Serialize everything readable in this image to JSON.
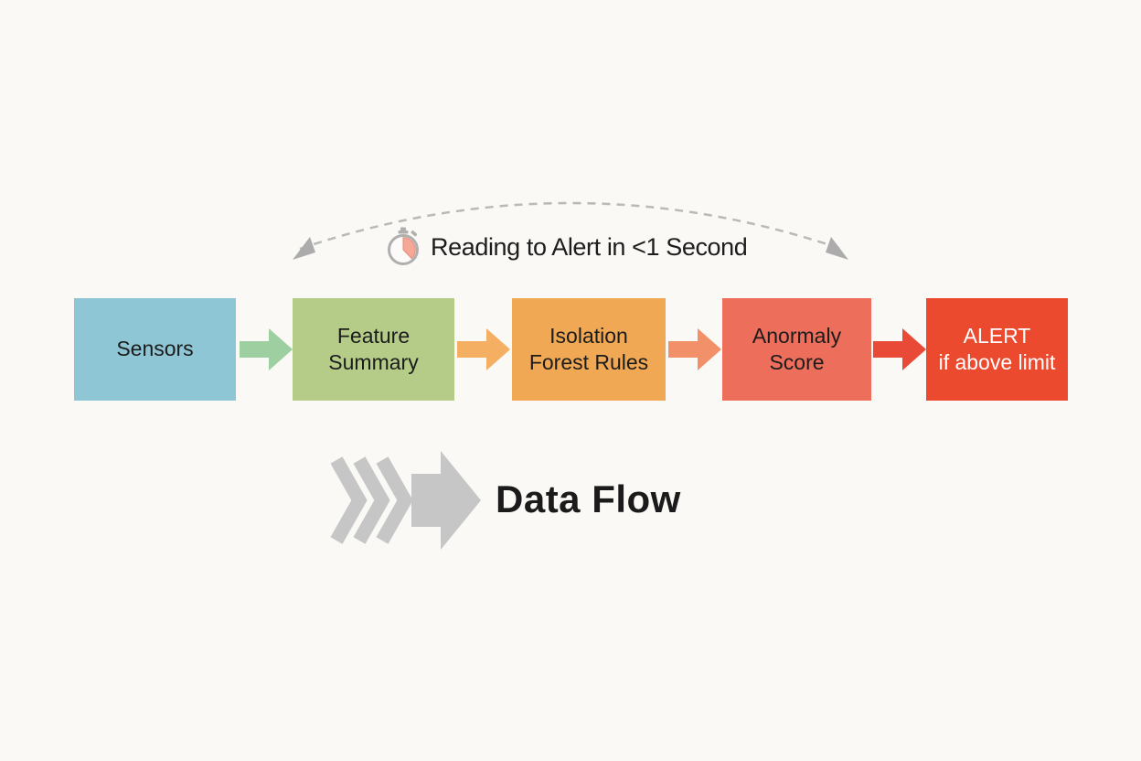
{
  "background": "#FAF9F6",
  "timing": {
    "label": "Reading to Alert in <1 Second",
    "icon": "stopwatch-icon",
    "arc_color": "#B9B9B9",
    "arrowhead_color": "#ACACAC",
    "icon_ring_color": "#AFAFAF",
    "icon_accent_color": "#F6A795",
    "text_color": "#1D1D1D"
  },
  "pipeline": {
    "stages": [
      {
        "label": "Sensors",
        "lines": [
          "Sensors"
        ],
        "color": "#8FC6D6",
        "text_color": "#1C1C1C"
      },
      {
        "label": "Feature Summary",
        "lines": [
          "Feature",
          "Summary"
        ],
        "color": "#B5CC89",
        "text_color": "#1C1C1C"
      },
      {
        "label": "Isolation Forest Rules",
        "lines": [
          "Isolation",
          "Forest Rules"
        ],
        "color": "#F1A854",
        "text_color": "#1C1C1C"
      },
      {
        "label": "Anormaly Score",
        "lines": [
          "Anormaly",
          "Score"
        ],
        "color": "#ED6E5B",
        "text_color": "#1C1C1C"
      },
      {
        "label": "ALERT if above limit",
        "lines": [
          "ALERT",
          "if above limit"
        ],
        "color": "#EB4A2F",
        "text_color": "#FFFFFF"
      }
    ],
    "arrow_colors": [
      "#9DCFA0",
      "#F4AF62",
      "#F2906A",
      "#E94A38"
    ]
  },
  "flow": {
    "label": "Data Flow",
    "graphic_color": "#C6C6C6",
    "text_color": "#1B1B1B"
  }
}
